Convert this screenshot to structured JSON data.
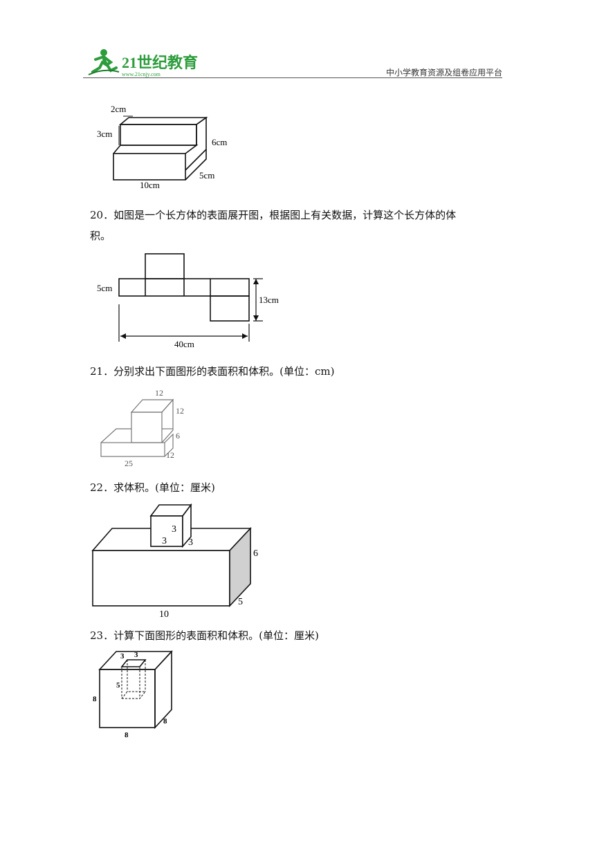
{
  "header": {
    "logo_text": "21世纪教育",
    "logo_url_text": "www.21cnjy.com",
    "site_name": "中小学教育资源及组卷应用平台"
  },
  "fig19": {
    "labels": [
      "2cm",
      "3cm",
      "6cm",
      "5cm",
      "10cm"
    ]
  },
  "q20": {
    "number": "20．",
    "text_line1": "如图是一个长方体的表面展开图，根据图上有关数据，计算这个长方体的体",
    "text_line2": "积。",
    "labels": [
      "5cm",
      "13cm",
      "40cm"
    ]
  },
  "q21": {
    "number": "21．",
    "text": "分别求出下面图形的表面积和体积。(单位：cm)",
    "labels": [
      "12",
      "12",
      "6",
      "25",
      "12"
    ]
  },
  "q22": {
    "number": "22．",
    "text": "求体积。(单位：厘米)",
    "labels": [
      "3",
      "3",
      "3",
      "6",
      "10",
      "5"
    ]
  },
  "q23": {
    "number": "23．",
    "text": "计算下面图形的表面积和体积。(单位：厘米)",
    "labels": [
      "3",
      "3",
      "5",
      "8",
      "8",
      "8"
    ]
  }
}
